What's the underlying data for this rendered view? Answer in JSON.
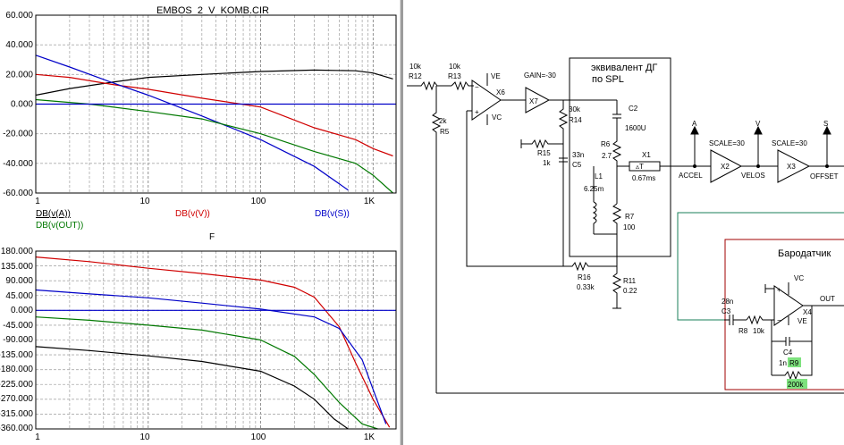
{
  "window_title": "EMBOS_2_V_KOMB.CIR",
  "colors": {
    "black": "#000000",
    "red": "#d00000",
    "blue": "#0000c8",
    "green": "#007800",
    "teal": "#1a7f5a",
    "grid": "#9a9a9a"
  },
  "upper_plot": {
    "y_ticks": [
      "60.000",
      "40.000",
      "20.000",
      "0.000",
      "-20.000",
      "-40.000",
      "-60.000"
    ],
    "x_ticks": [
      "1",
      "10",
      "100",
      "1K"
    ],
    "legend": [
      {
        "label": "DB(v(A))",
        "color": "black"
      },
      {
        "label": "DB(v(V))",
        "color": "red"
      },
      {
        "label": "DB(v(S))",
        "color": "blue"
      },
      {
        "label": "DB(v(OUT))",
        "color": "green"
      }
    ]
  },
  "lower_plot": {
    "x_axis_title": "F",
    "y_ticks": [
      "180.000",
      "135.000",
      "90.000",
      "45.000",
      "0.000",
      "-45.000",
      "-90.000",
      "-135.000",
      "-180.000",
      "-225.000",
      "-270.000",
      "-315.000",
      "-360.000"
    ],
    "x_ticks": [
      "1",
      "10",
      "100",
      "1K"
    ]
  },
  "chart_data": [
    {
      "type": "line",
      "title": "EMBOS_2_V_KOMB.CIR",
      "x_scale": "log",
      "xlim": [
        1,
        1600
      ],
      "ylim": [
        -60,
        60
      ],
      "grid": true,
      "legend_position": "bottom",
      "x_tick_labels": [
        "1",
        "10",
        "100",
        "1K"
      ],
      "y_tick_labels": [
        "60.000",
        "40.000",
        "20.000",
        "0.000",
        "-20.000",
        "-40.000",
        "-60.000"
      ],
      "series": [
        {
          "name": "DB(v(A))",
          "color": "#000000",
          "x": [
            1,
            2,
            5,
            10,
            30,
            100,
            300,
            700,
            1000,
            1500
          ],
          "y": [
            6,
            10.5,
            15,
            18,
            20,
            22,
            23,
            22.5,
            21,
            17
          ]
        },
        {
          "name": "DB(v(V))",
          "color": "#d00000",
          "x": [
            1,
            2,
            5,
            10,
            30,
            100,
            300,
            700,
            1000,
            1500
          ],
          "y": [
            20,
            18,
            13,
            10,
            4,
            -2,
            -16,
            -24,
            -30,
            -35
          ]
        },
        {
          "name": "DB(v(S))",
          "color": "#0000c8",
          "x": [
            1,
            2,
            5,
            10,
            30,
            100,
            300,
            600
          ],
          "y": [
            33,
            25,
            14,
            6,
            -8,
            -24,
            -42,
            -58
          ]
        },
        {
          "name": "DB(v(OUT))",
          "color": "#007800",
          "x": [
            1,
            3,
            10,
            30,
            100,
            300,
            700,
            1000,
            1500
          ],
          "y": [
            3,
            0,
            -5,
            -10,
            -20,
            -32,
            -40,
            -48,
            -60
          ]
        },
        {
          "name": "",
          "color": "#0000c8",
          "x": [
            1,
            1600
          ],
          "y": [
            0,
            0
          ]
        }
      ]
    },
    {
      "type": "line",
      "xlabel": "F",
      "x_scale": "log",
      "xlim": [
        1,
        1600
      ],
      "ylim": [
        -360,
        180
      ],
      "grid": true,
      "x_tick_labels": [
        "1",
        "10",
        "100",
        "1K"
      ],
      "y_tick_labels": [
        "180.000",
        "135.000",
        "90.000",
        "45.000",
        "0.000",
        "-45.000",
        "-90.000",
        "-135.000",
        "-180.000",
        "-225.000",
        "-270.000",
        "-315.000",
        "-360.000"
      ],
      "series": [
        {
          "name": "DB(v(V)) phase",
          "color": "#d00000",
          "x": [
            1,
            3,
            10,
            30,
            100,
            200,
            300,
            500,
            700,
            1000,
            1400
          ],
          "y": [
            162,
            148,
            128,
            112,
            92,
            70,
            40,
            -50,
            -160,
            -270,
            -355
          ]
        },
        {
          "name": "DB(v(S)) phase",
          "color": "#0000c8",
          "x": [
            1,
            3,
            10,
            30,
            100,
            300,
            500,
            800,
            1000,
            1300
          ],
          "y": [
            62,
            50,
            38,
            22,
            4,
            -20,
            -55,
            -150,
            -240,
            -345
          ]
        },
        {
          "name": "DB(v(OUT)) phase",
          "color": "#007800",
          "x": [
            1,
            3,
            10,
            30,
            100,
            200,
            300,
            500,
            800,
            1100
          ],
          "y": [
            -20,
            -30,
            -45,
            -60,
            -90,
            -140,
            -195,
            -280,
            -345,
            -360
          ]
        },
        {
          "name": "DB(v(A)) phase",
          "color": "#000000",
          "x": [
            1,
            3,
            10,
            30,
            100,
            200,
            300,
            450,
            600
          ],
          "y": [
            -110,
            -122,
            -138,
            -155,
            -185,
            -230,
            -270,
            -330,
            -360
          ]
        },
        {
          "name": "",
          "color": "#0000c8",
          "x": [
            1,
            1600
          ],
          "y": [
            0,
            0
          ]
        }
      ]
    }
  ],
  "schematic": {
    "block_dg_title_line1": "эквивалент ДГ",
    "block_dg_title_line2": "по SPL",
    "block_baro_title": "Бародатчик",
    "labels": {
      "r12_val": "10k",
      "r12": "R12",
      "r13_val": "10k",
      "r13": "R13",
      "ve1": "VE",
      "vc1": "VC",
      "x6": "X6",
      "gain": "GAIN=-30",
      "x7": "X7",
      "r5_val": "2k",
      "r5": "R5",
      "r14_val": "30k",
      "r14": "R14",
      "c2": "C2",
      "c2_val": "1600U",
      "r6": "R6",
      "r6_val": "2.7",
      "r15": "R15",
      "r15_val": "1k",
      "c5_val": "33n",
      "c5": "C5",
      "l1": "L1",
      "l1_val": "6.25m",
      "x1": "X1",
      "x1_val": "0.67ms",
      "r7": "R7",
      "r7_val": "100",
      "r16": "R16",
      "r16_val": "0.33k",
      "r11": "R11",
      "r11_val": "0.22",
      "node_a": "A",
      "node_v": "V",
      "node_s": "S",
      "scale1": "SCALE=30",
      "scale2": "SCALE=30",
      "accel": "ACCEL",
      "x2": "X2",
      "velos": "VELOS",
      "x3": "X3",
      "offset": "OFFSET",
      "vc2": "VC",
      "out": "OUT",
      "c3_val": "28n",
      "c3": "C3",
      "x4": "X4",
      "ve2": "VE",
      "r8": "R8",
      "r8_val": "10k",
      "c4": "C4",
      "c4_val": "1n",
      "r9": "R9",
      "r9_val": "200k"
    }
  }
}
